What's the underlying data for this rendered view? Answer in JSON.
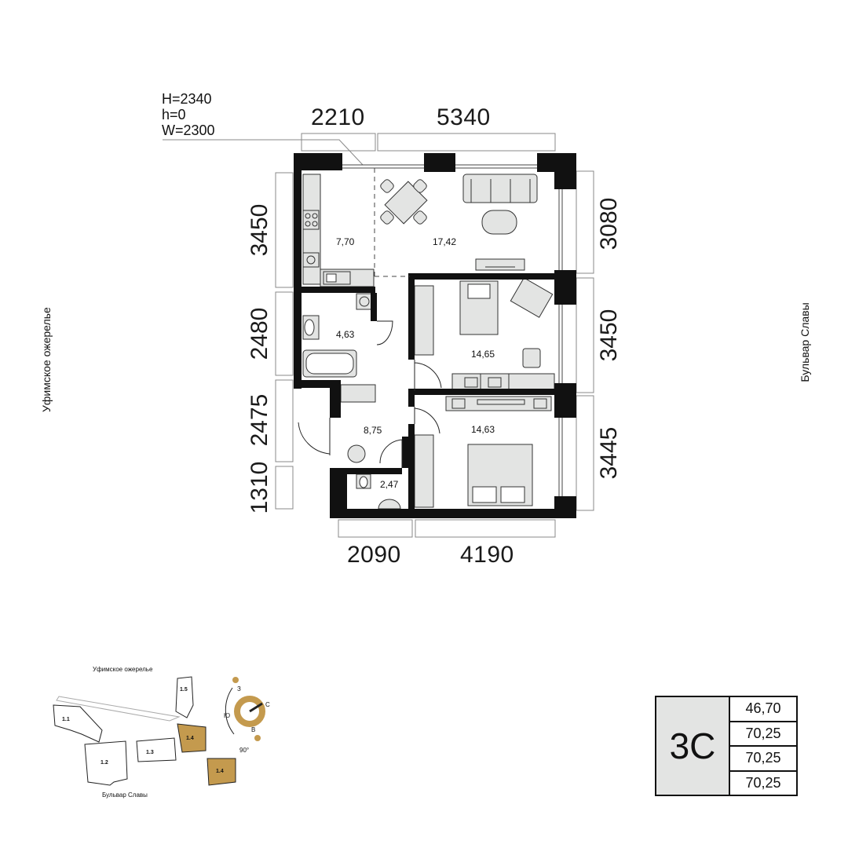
{
  "spec": {
    "line1": "H=2340",
    "line2": "h=0",
    "line3": "W=2300"
  },
  "dimensions": {
    "top_left": "2210",
    "top_right": "5340",
    "bottom_left": "2090",
    "bottom_right": "4190",
    "left_1": "3450",
    "left_2": "2480",
    "left_3": "2475",
    "left_4": "1310",
    "right_1": "3080",
    "right_2": "3450",
    "right_3": "3445"
  },
  "streets": {
    "left": "Уфимское ожерелье",
    "right": "Бульвар Славы"
  },
  "rooms": {
    "kitchen": "7,70",
    "living": "17,42",
    "bathroom": "4,63",
    "bedroom1": "14,65",
    "hall": "8,75",
    "bedroom2": "14,63",
    "wc": "2,47"
  },
  "minimap": {
    "street_top": "Уфимское ожерелье",
    "street_bottom": "Бульвар Славы",
    "sections": [
      "1.1",
      "1.2",
      "1.3",
      "1.4",
      "1.5"
    ],
    "highlight": "1.4",
    "highlight_alt": "1.4",
    "compass": {
      "n": "З",
      "e": "С",
      "s": "В",
      "w": "Ю",
      "angle": "90°"
    },
    "accent_color": "#c49a4e"
  },
  "apartment": {
    "type": "3С",
    "areas": [
      "46,70",
      "70,25",
      "70,25",
      "70,25"
    ]
  },
  "colors": {
    "wall": "#111111",
    "furniture_fill": "#e3e4e3",
    "line": "#222222"
  }
}
